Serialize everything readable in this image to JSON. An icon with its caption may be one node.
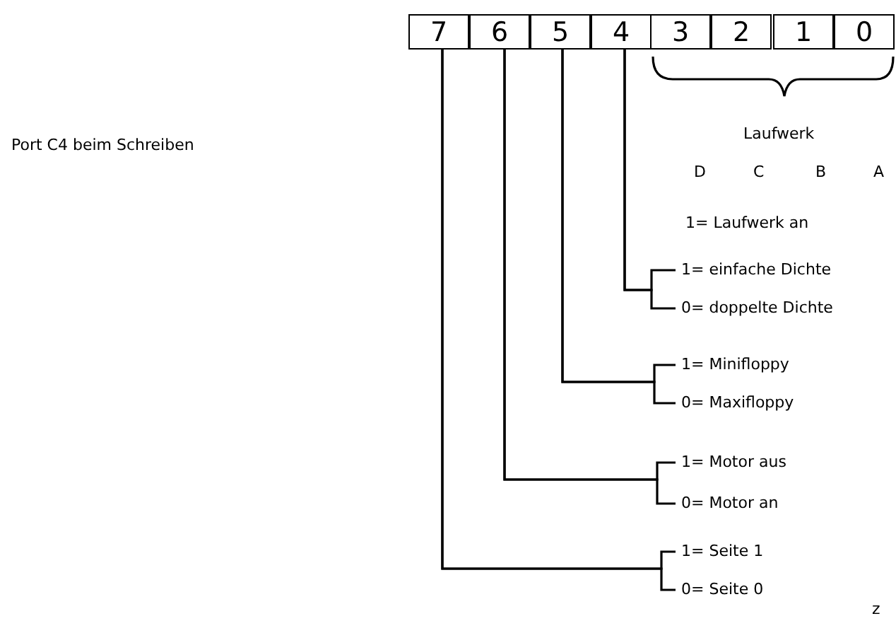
{
  "diagram": {
    "nodes": [
      {
        "text": [
          "7"
        ]
      },
      {
        "text": [
          "6"
        ]
      },
      {
        "text": [
          "5"
        ]
      },
      {
        "text": [
          "4"
        ]
      },
      {
        "text": [
          "3"
        ]
      },
      {
        "text": [
          "2"
        ]
      },
      {
        "text": [
          "1"
        ]
      },
      {
        "text": [
          "0"
        ]
      },
      {
        "text": [
          "1= einfache Dichte"
        ]
      },
      {
        "text": [
          "0= doppelte Dichte"
        ]
      },
      {
        "text": [
          "1= Minifloppy"
        ]
      },
      {
        "text": [
          "0= Maxifloppy"
        ]
      },
      {
        "text": [
          "1= Motor aus"
        ]
      },
      {
        "text": [
          "0= Motor an"
        ]
      },
      {
        "text": [
          "1= Seite 1"
        ]
      },
      {
        "text": [
          "0= Seite 0"
        ]
      }
    ],
    "edges": [
      {
        "from": 3,
        "to": 8,
        "arrow": "none"
      },
      {
        "from": 3,
        "to": 9,
        "arrow": "none"
      },
      {
        "from": 2,
        "to": 10,
        "arrow": "none"
      },
      {
        "from": 2,
        "to": 11,
        "arrow": "none"
      },
      {
        "from": 1,
        "to": 12,
        "arrow": "none"
      },
      {
        "from": 1,
        "to": 13,
        "arrow": "none"
      },
      {
        "from": 0,
        "to": 14,
        "arrow": "none"
      },
      {
        "from": 0,
        "to": 15,
        "arrow": "none"
      }
    ],
    "labels": [
      "Port C4 beim Schreiben",
      "Laufwerk",
      "D",
      "C",
      "B",
      "A",
      "1= Laufwerk an",
      "z"
    ]
  }
}
